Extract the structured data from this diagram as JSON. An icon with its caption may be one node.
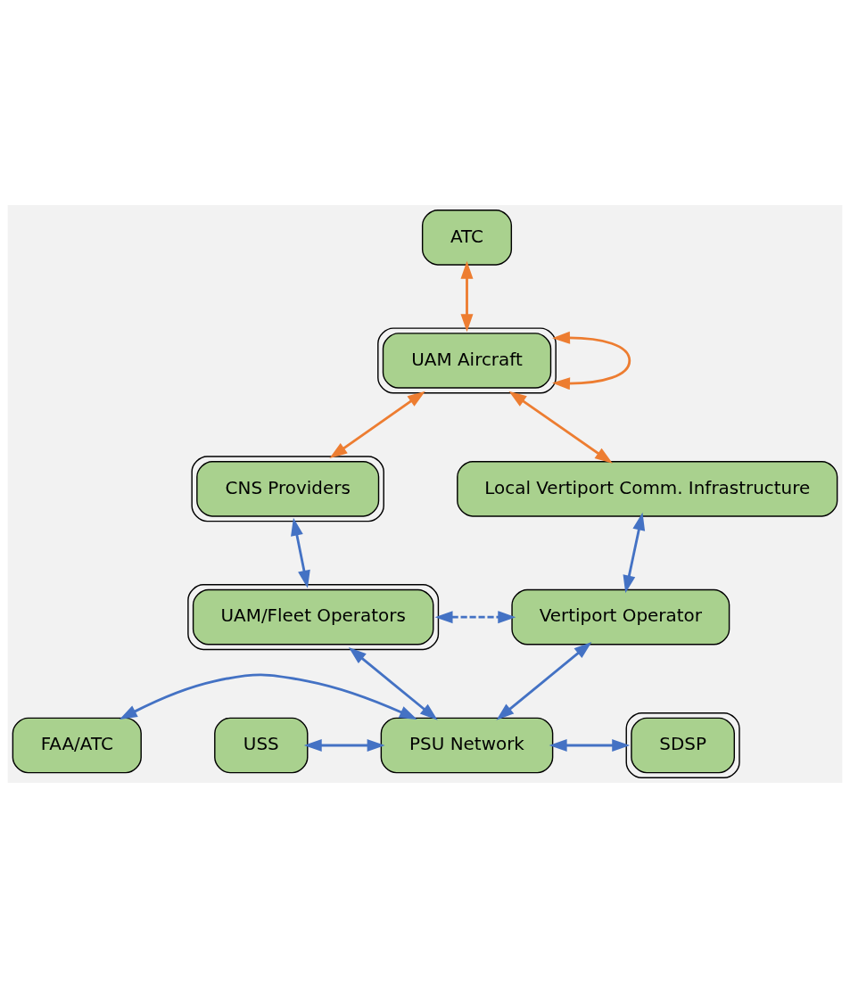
{
  "diagram": {
    "nodes": [
      {
        "text": [
          "ATC"
        ]
      },
      {
        "text": [
          "UAM Aircraft"
        ]
      },
      {
        "text": [
          "CNS Providers"
        ]
      },
      {
        "text": [
          "Local Vertiport Comm. Infrastructure"
        ]
      },
      {
        "text": [
          "UAM/Fleet Operators"
        ]
      },
      {
        "text": [
          "Vertiport Operator"
        ]
      },
      {
        "text": [
          "FAA/ATC"
        ]
      },
      {
        "text": [
          "PSU Network"
        ]
      },
      {
        "text": [
          "USS"
        ]
      },
      {
        "text": [
          "SDSP"
        ]
      }
    ],
    "edges": [
      {
        "from": 1,
        "to": 1,
        "arrow": "both",
        "color": "#ed7d31"
      },
      {
        "from": 0,
        "to": 1,
        "arrow": "both",
        "color": "#ed7d31"
      },
      {
        "from": 1,
        "to": 2,
        "arrow": "both",
        "color": "#ed7d31"
      },
      {
        "from": 1,
        "to": 3,
        "arrow": "both",
        "color": "#ed7d31"
      },
      {
        "from": 2,
        "to": 4,
        "arrow": "both"
      },
      {
        "from": 3,
        "to": 5,
        "arrow": "both"
      },
      {
        "from": 4,
        "to": 5,
        "arrow": "both",
        "style": "dashed"
      },
      {
        "from": 4,
        "to": 7,
        "arrow": "both"
      },
      {
        "from": 5,
        "to": 7,
        "arrow": "both"
      },
      {
        "from": 6,
        "to": 7,
        "arrow": "both"
      },
      {
        "from": 8,
        "to": 7,
        "arrow": "both"
      },
      {
        "from": 7,
        "to": 9,
        "arrow": "both"
      }
    ]
  }
}
